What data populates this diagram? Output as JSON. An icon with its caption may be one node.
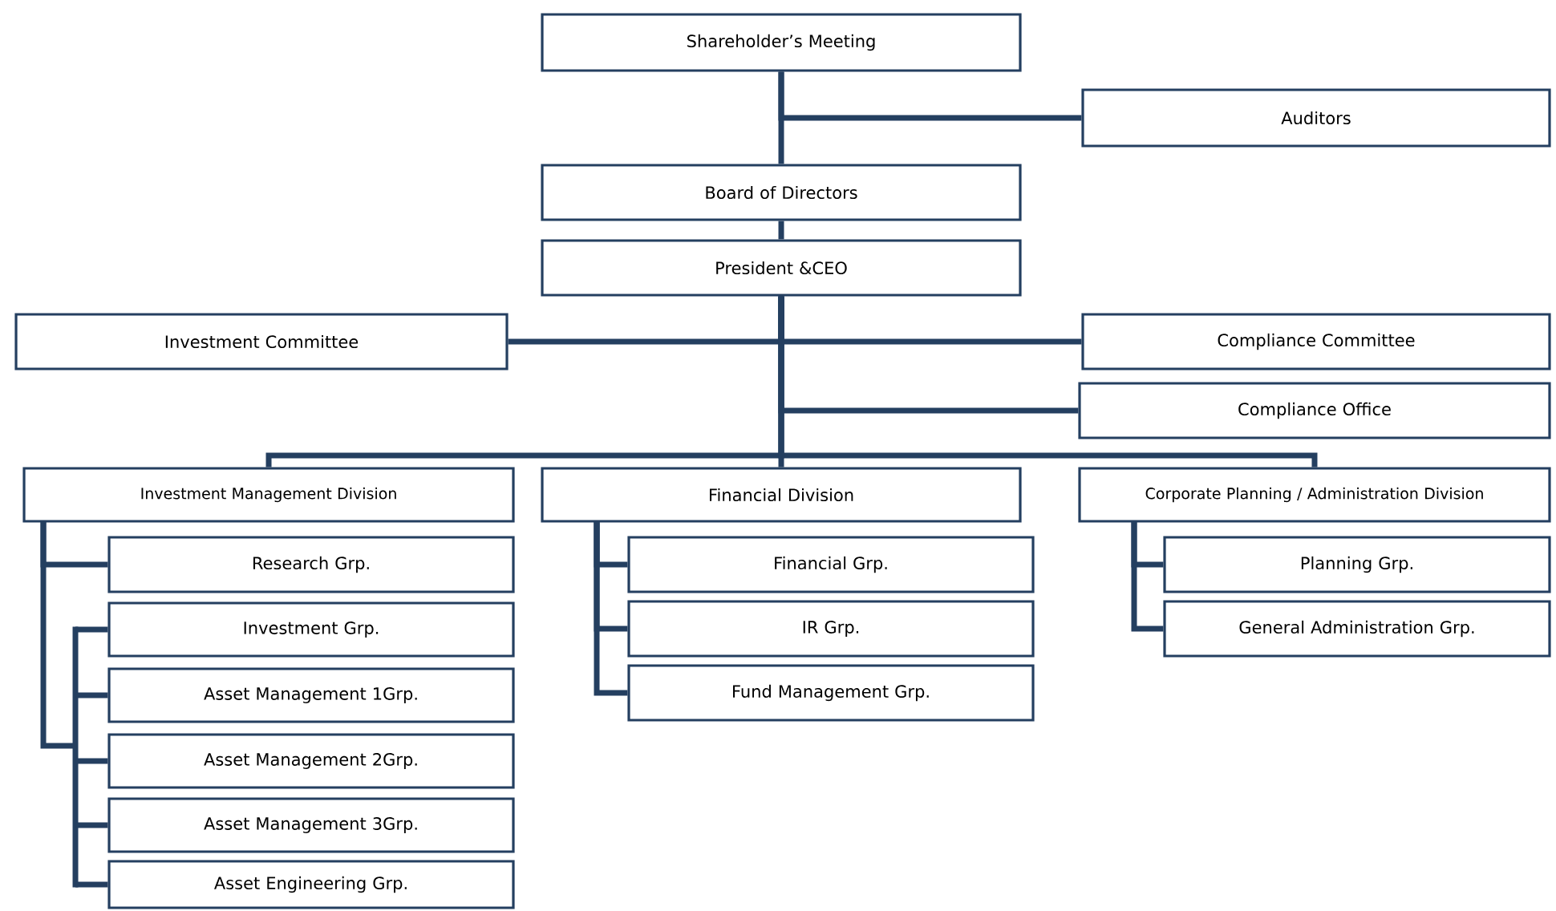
{
  "diagram": {
    "nodes": [
      {
        "text": [
          "Shareholder’s Meeting"
        ]
      },
      {
        "text": [
          "Auditors"
        ]
      },
      {
        "text": [
          "Board of Directors"
        ]
      },
      {
        "text": [
          "President &CEO"
        ]
      },
      {
        "text": [
          "Investment Committee"
        ]
      },
      {
        "text": [
          "Compliance Committee"
        ]
      },
      {
        "text": [
          "Compliance Office"
        ]
      },
      {
        "text": [
          "Investment Management Division"
        ]
      },
      {
        "text": [
          "Financial Division"
        ]
      },
      {
        "text": [
          "Corporate Planning / Administration Division"
        ]
      },
      {
        "text": [
          "Research Grp."
        ]
      },
      {
        "text": [
          "Investment Grp."
        ]
      },
      {
        "text": [
          "Asset Management 1Grp."
        ]
      },
      {
        "text": [
          "Asset Management 2Grp."
        ]
      },
      {
        "text": [
          "Asset Management 3Grp."
        ]
      },
      {
        "text": [
          "Asset Engineering Grp."
        ]
      },
      {
        "text": [
          "Financial Grp."
        ]
      },
      {
        "text": [
          "IR Grp."
        ]
      },
      {
        "text": [
          "Fund Management Grp."
        ]
      },
      {
        "text": [
          "Planning Grp."
        ]
      },
      {
        "text": [
          "General Administration Grp."
        ]
      }
    ],
    "edges": [
      {
        "from": 0,
        "to": 1,
        "arrow": "none"
      },
      {
        "from": 0,
        "to": 2,
        "arrow": "none"
      },
      {
        "from": 2,
        "to": 3,
        "arrow": "none"
      },
      {
        "from": 3,
        "to": 4,
        "arrow": "none"
      },
      {
        "from": 3,
        "to": 5,
        "arrow": "none"
      },
      {
        "from": 3,
        "to": 6,
        "arrow": "none"
      },
      {
        "from": 3,
        "to": 7,
        "arrow": "none"
      },
      {
        "from": 3,
        "to": 8,
        "arrow": "none"
      },
      {
        "from": 3,
        "to": 9,
        "arrow": "none"
      },
      {
        "from": 7,
        "to": 10,
        "arrow": "none"
      },
      {
        "from": 7,
        "to": 11,
        "arrow": "none"
      },
      {
        "from": 7,
        "to": 12,
        "arrow": "none"
      },
      {
        "from": 7,
        "to": 13,
        "arrow": "none"
      },
      {
        "from": 7,
        "to": 14,
        "arrow": "none"
      },
      {
        "from": 7,
        "to": 15,
        "arrow": "none"
      },
      {
        "from": 8,
        "to": 16,
        "arrow": "none"
      },
      {
        "from": 8,
        "to": 17,
        "arrow": "none"
      },
      {
        "from": 8,
        "to": 18,
        "arrow": "none"
      },
      {
        "from": 9,
        "to": 19,
        "arrow": "none"
      },
      {
        "from": 9,
        "to": 20,
        "arrow": "none"
      }
    ]
  }
}
